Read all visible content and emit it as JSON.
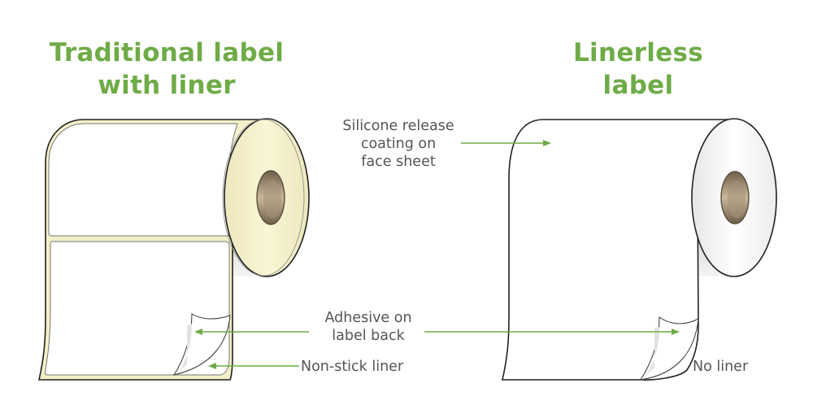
{
  "left_panel": {
    "title_line1": "Traditional label",
    "title_line2": "with liner",
    "callouts": {
      "adhesive_line1": "Adhesive on",
      "adhesive_line2": "label back",
      "liner": "Non-stick liner"
    }
  },
  "right_panel": {
    "title_line1": "Linerless",
    "title_line2": "label",
    "callouts": {
      "silicone_line1": "Silicone release",
      "silicone_line2": "coating on",
      "silicone_line3": "face sheet",
      "no_liner": "No liner"
    }
  },
  "colors": {
    "title_green": "#6fab47",
    "arrow_green": "#6fab47",
    "liner_cream": "#f3efc8",
    "core_brown": "#8a7a62",
    "text_gray": "#555555"
  }
}
